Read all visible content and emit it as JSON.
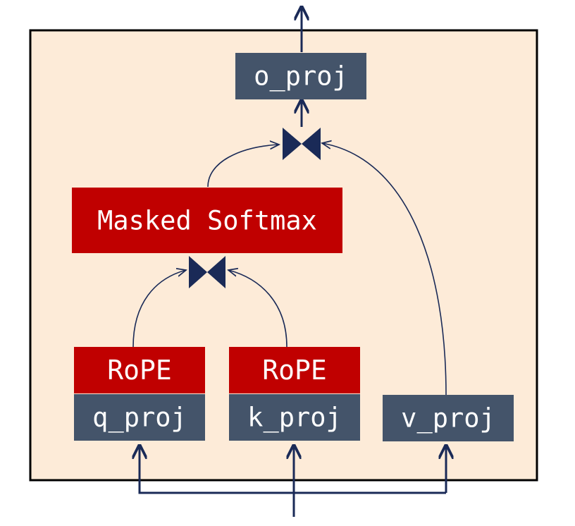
{
  "diagram": {
    "colors": {
      "panel_fill": "#fdebd8",
      "panel_border": "#000000",
      "red_block": "#c00000",
      "slate_block": "#44546a",
      "arrow": "#1a2a57",
      "block_text": "#ffffff"
    },
    "nodes": {
      "o_proj": "o_proj",
      "masked_softmax": "Masked Softmax",
      "rope_q": "RoPE",
      "rope_k": "RoPE",
      "q_proj": "q_proj",
      "k_proj": "k_proj",
      "v_proj": "v_proj"
    },
    "icons": {
      "join_top": "bowtie-join-icon",
      "join_bottom": "bowtie-join-icon"
    }
  }
}
